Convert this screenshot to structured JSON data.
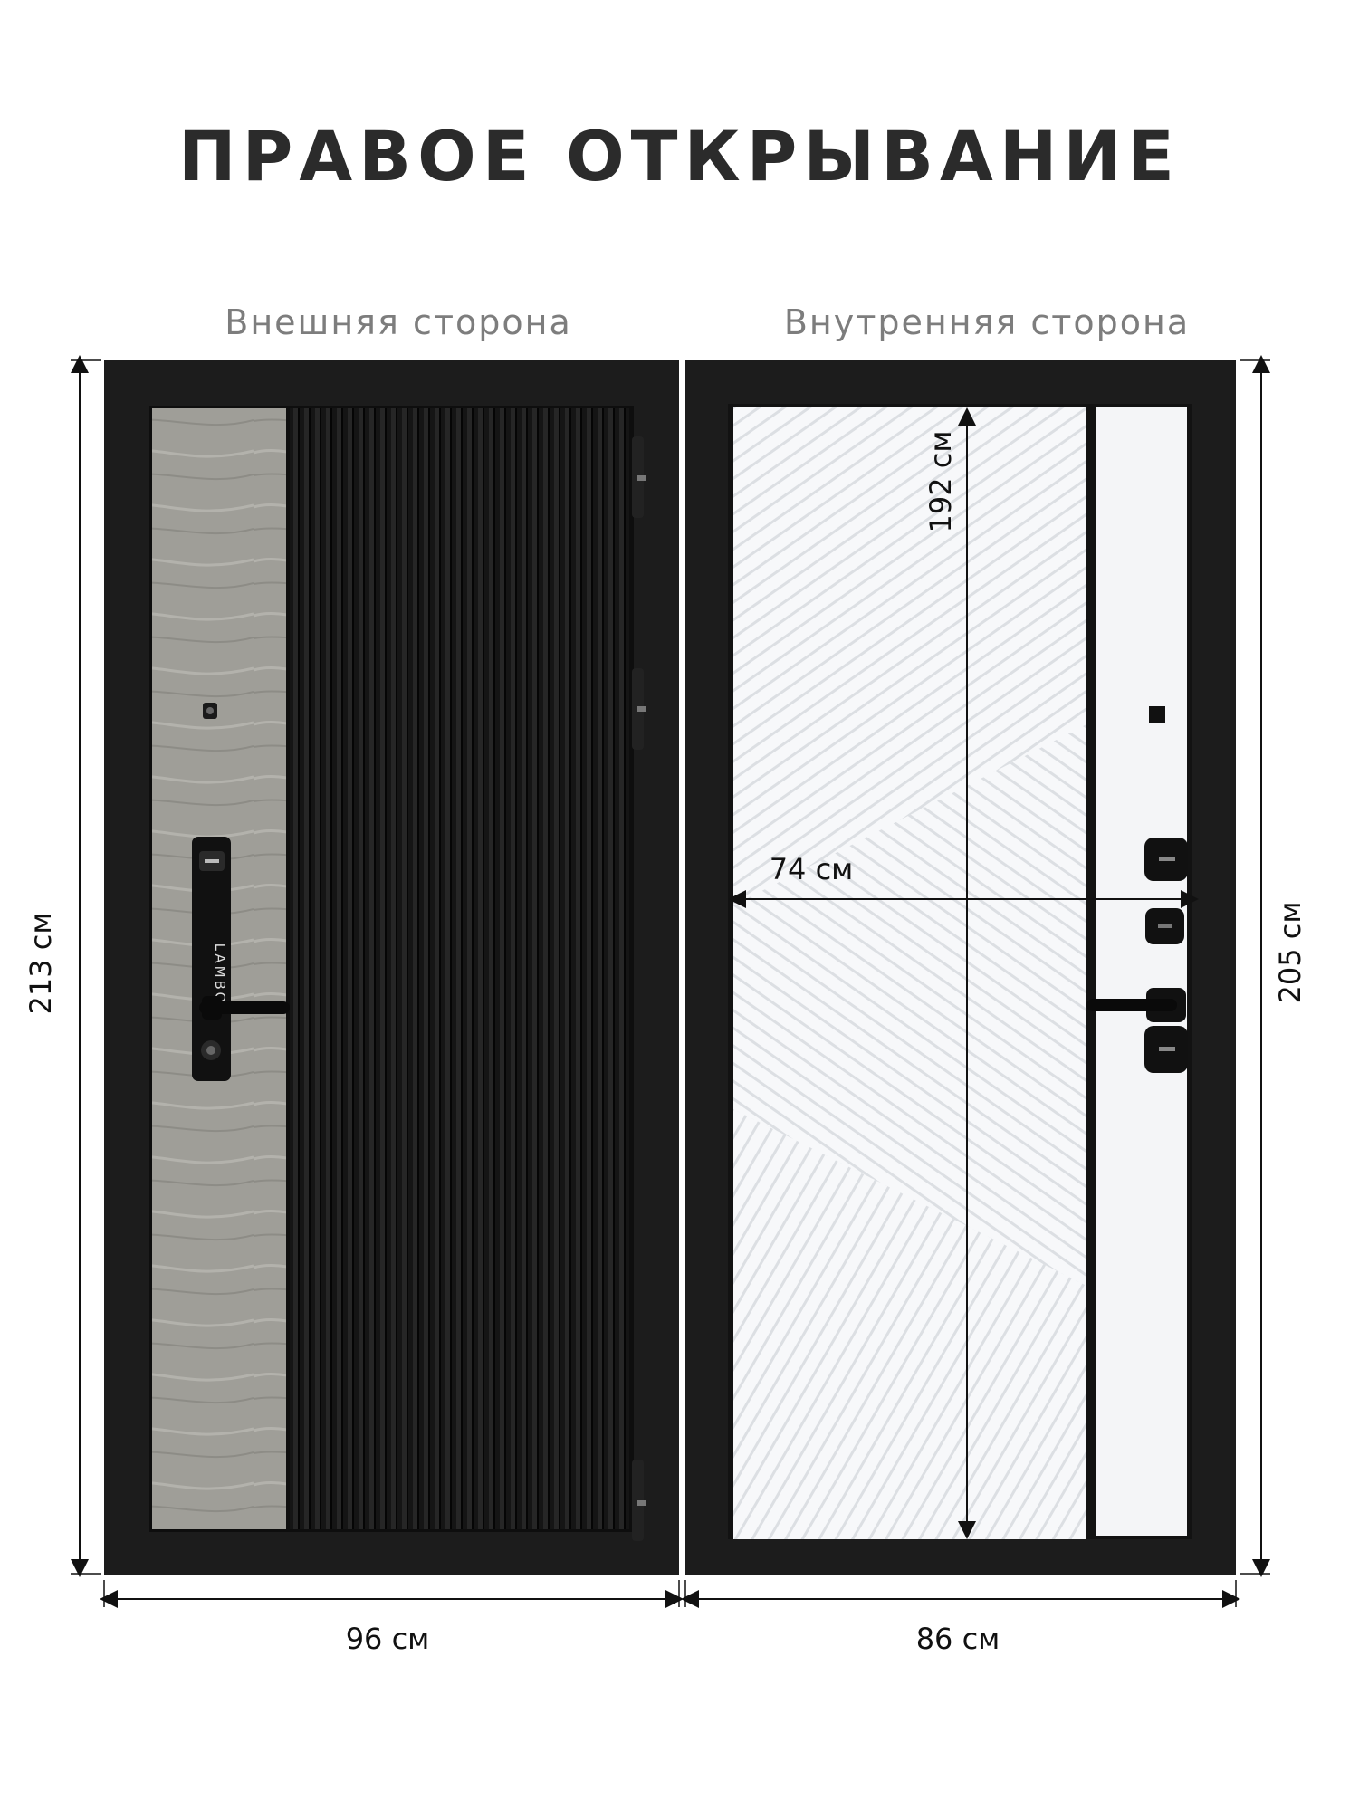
{
  "title": "ПРАВОЕ ОТКРЫВАНИЕ",
  "labels": {
    "outer_side": "Внешняя сторона",
    "inner_side": "Внутренняя сторона"
  },
  "lock_brand": "LAMBO",
  "dimensions": {
    "outer_height": "213 см",
    "outer_width": "96 см",
    "inner_height": "205 см",
    "inner_width": "86 см",
    "leaf_height": "192 см",
    "leaf_width": "74 см"
  },
  "colors": {
    "frame": "#1c1c1c",
    "concrete": "#9e9d98",
    "inner_panel": "#f4f5f7",
    "text_title": "#2b2b2b",
    "text_label": "#7d7d7d"
  }
}
